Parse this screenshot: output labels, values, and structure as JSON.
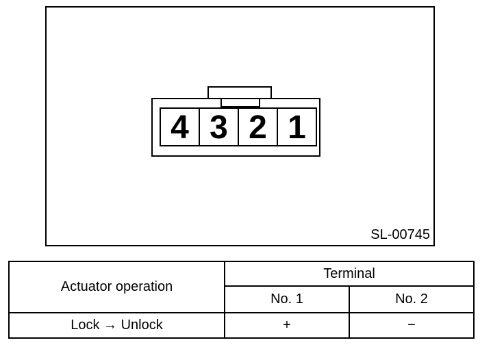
{
  "figure": {
    "code": "SL-00745",
    "connector": {
      "pins": [
        "4",
        "3",
        "2",
        "1"
      ]
    }
  },
  "spec_table": {
    "operation_header": "Actuator operation",
    "terminal_header": "Terminal",
    "terminal_columns": [
      "No. 1",
      "No. 2"
    ],
    "rows": [
      {
        "operation": "Lock → Unlock",
        "no1": "+",
        "no2": "−"
      }
    ]
  },
  "colors": {
    "line": "#000000",
    "background": "#ffffff"
  }
}
